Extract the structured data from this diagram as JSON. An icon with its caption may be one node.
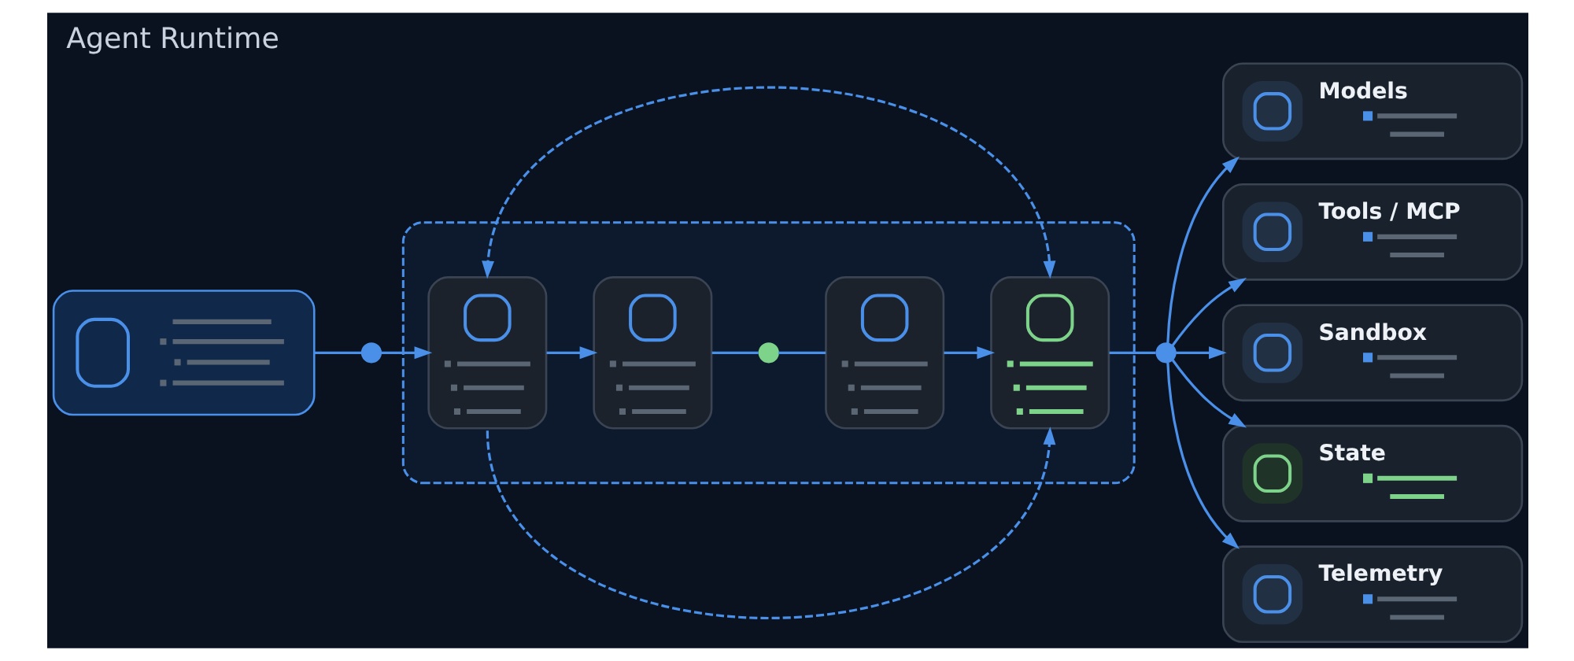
{
  "diagram": {
    "title": "Agent Runtime",
    "nodes": [
      {
        "text": [],
        "shape": "box"
      },
      {
        "text": [],
        "shape": "circle"
      },
      {
        "text": [],
        "shape": "box"
      },
      {
        "text": [],
        "shape": "box",
        "in": 2
      },
      {
        "text": [],
        "shape": "box",
        "in": 2
      },
      {
        "text": [],
        "shape": "circle",
        "in": 2
      },
      {
        "text": [],
        "shape": "box",
        "in": 2
      },
      {
        "text": [],
        "shape": "box",
        "in": 2
      },
      {
        "text": [],
        "shape": "circle"
      },
      {
        "text": [
          "Models"
        ]
      },
      {
        "text": [
          "Tools / MCP"
        ]
      },
      {
        "text": [
          "Sandbox"
        ]
      },
      {
        "text": [
          "State"
        ]
      },
      {
        "text": [
          "Telemetry"
        ]
      }
    ],
    "edges": [
      {
        "from": 0,
        "to": 1,
        "arrow": "none"
      },
      {
        "from": 1,
        "to": 3,
        "arrow": "to"
      },
      {
        "from": 3,
        "to": 4,
        "arrow": "to"
      },
      {
        "from": 4,
        "to": 5,
        "arrow": "none"
      },
      {
        "from": 5,
        "to": 6,
        "arrow": "none"
      },
      {
        "from": 6,
        "to": 7,
        "arrow": "to"
      },
      {
        "from": 7,
        "to": 8,
        "arrow": "none"
      },
      {
        "from": 8,
        "to": 9,
        "arrow": "to"
      },
      {
        "from": 8,
        "to": 10,
        "arrow": "to"
      },
      {
        "from": 8,
        "to": 11,
        "arrow": "to"
      },
      {
        "from": 8,
        "to": 12,
        "arrow": "to"
      },
      {
        "from": 8,
        "to": 13,
        "arrow": "to"
      },
      {
        "from": 7,
        "to": 3,
        "arrow": "both",
        "style": "dashed"
      },
      {
        "from": 3,
        "to": 7,
        "arrow": "to",
        "style": "dashed"
      }
    ]
  }
}
